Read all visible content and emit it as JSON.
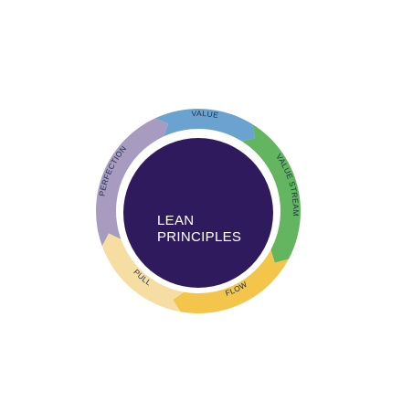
{
  "center": {
    "line1": "LEAN",
    "line2": "PRINCIPLES",
    "color": "#2f1a5e",
    "text_color": "#ffffff"
  },
  "segments": [
    {
      "id": "value",
      "label": "VALUE",
      "color": "#6aa3cf",
      "text_color": "#1f2d4d"
    },
    {
      "id": "value-stream",
      "label": "VALUE STREAM",
      "color": "#63b55f",
      "text_color": "#1f2d4d"
    },
    {
      "id": "flow",
      "label": "FLOW",
      "color": "#f3c54a",
      "text_color": "#1f2d4d"
    },
    {
      "id": "pull",
      "label": "PULL",
      "color": "#f6dea3",
      "text_color": "#1f2d4d"
    },
    {
      "id": "perfection",
      "label": "PERFECTION",
      "color": "#a79bc0",
      "text_color": "#1f2d4d"
    }
  ]
}
